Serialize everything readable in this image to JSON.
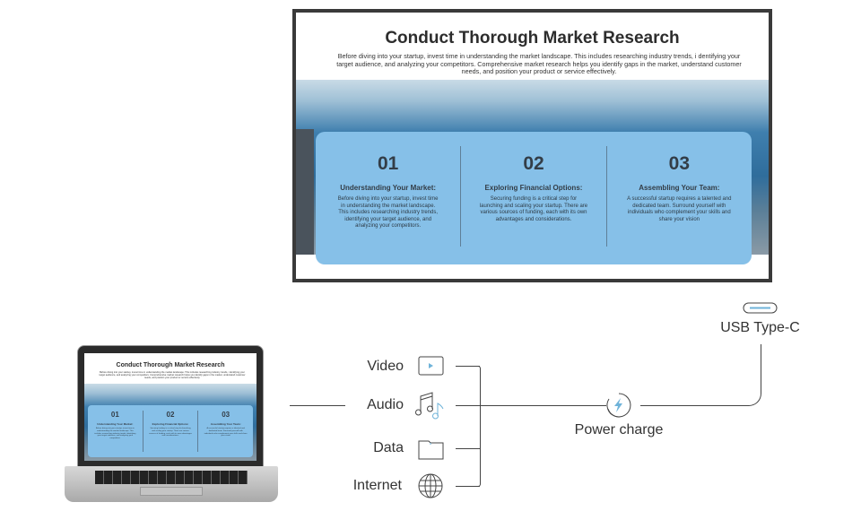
{
  "slide": {
    "title": "Conduct Thorough Market Research",
    "intro": "Before diving into your startup, invest time in understanding the market landscape. This includes researching industry trends, i dentifying your target audience, and analyzing your competitors. Comprehensive market research helps you identify gaps in the market, understand customer needs, and position your product or service effectively.",
    "steps": [
      {
        "num": "01",
        "heading": "Understanding Your Market:",
        "text": "Before diving into your startup, invest time in understanding the market landscape. This includes researching industry trends, identifying your target audience, and analyzing your competitors."
      },
      {
        "num": "02",
        "heading": "Exploring Financial Options:",
        "text": "Securing funding is a critical step for launching and scaling your startup. There are various sources of funding, each with its own advantages and considerations."
      },
      {
        "num": "03",
        "heading": "Assembling Your Team:",
        "text": "A successful startup requires a talented and dedicated team. Surround yourself with individuals who complement your skills and share your vision"
      }
    ]
  },
  "diagram": {
    "video": "Video",
    "audio": "Audio",
    "data": "Data",
    "internet": "Internet",
    "power": "Power charge",
    "usb": "USB Type-C",
    "accent": "#6fb3d9"
  }
}
